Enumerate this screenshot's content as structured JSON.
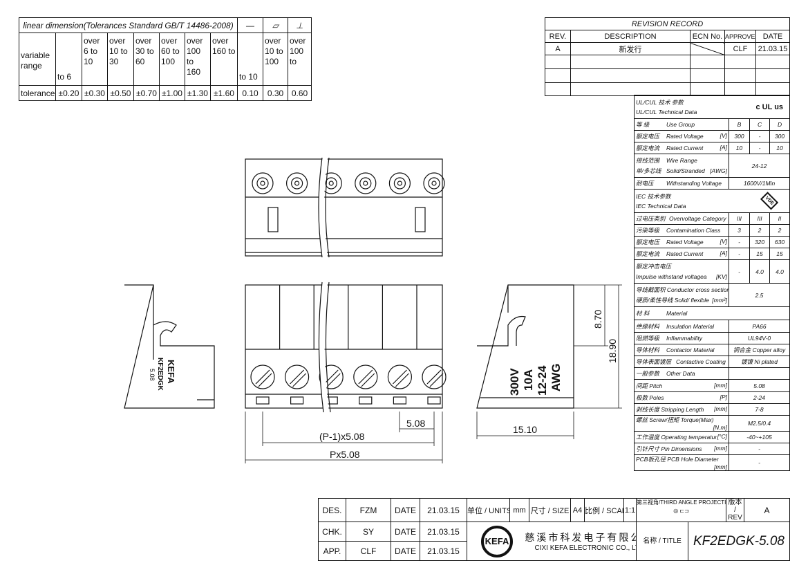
{
  "tolerance_table": {
    "title": "linear dimension(Tolerances Standard GB/T 14486-2008)",
    "geom_symbols": [
      "—",
      "▱",
      "⊥"
    ],
    "row_label_range": "variable range",
    "ranges": [
      "to 6",
      "over 6 to 10",
      "over 10 to 30",
      "over 30 to 60",
      "over 60 to 100",
      "over 100 to 160",
      "over 160 to",
      "to 10",
      "over 10 to 100",
      "over 100 to"
    ],
    "row_label_tolerance": "tolerance",
    "tolerances": [
      "±0.20",
      "±0.30",
      "±0.50",
      "±0.70",
      "±1.00",
      "±1.30",
      "±1.60",
      "0.10",
      "0.30",
      "0.60"
    ]
  },
  "revision_record": {
    "title": "REVISION RECORD",
    "headers": [
      "REV.",
      "DESCRIPTION",
      "ECN No.",
      "APPROVED",
      "DATE"
    ],
    "rows": [
      [
        "A",
        "新发行",
        "",
        "CLF",
        "21.03.15"
      ]
    ]
  },
  "spec": {
    "ul_cn": "UL/CUL  技术 参数",
    "ul_en": "UL/CUL  Technical Data",
    "ul_logo": "c UL us",
    "groups": [
      "Use Group",
      "等 级",
      "B",
      "C",
      "D"
    ],
    "ul_rows": [
      {
        "cn": "额定电压",
        "en": "Rated Voltage",
        "unit": "[V]",
        "vals": [
          "300",
          "-",
          "300"
        ]
      },
      {
        "cn": "额定电流",
        "en": "Rated Current",
        "unit": "[A]",
        "vals": [
          "10",
          "-",
          "10"
        ]
      }
    ],
    "wire_range": {
      "cn1": "接线范围",
      "en1": "Wire Range",
      "cn2": "单/多芯线",
      "en2": "Solid/Stranded",
      "unit": "[AWG]",
      "val": "24-12"
    },
    "withstand": {
      "cn": "耐电压",
      "en": "Withstanding Voltage",
      "val": "1600V/1Min"
    },
    "iec_cn": "IEC  技术参数",
    "iec_en": "IEC  Technical Data",
    "iec_logo": "VDE",
    "iec_rows": [
      {
        "cn": "过电压类别",
        "en": "Overvoltage Category",
        "unit": "",
        "vals": [
          "III",
          "III",
          "II"
        ]
      },
      {
        "cn": "污染等级",
        "en": "Contamination Class",
        "unit": "",
        "vals": [
          "3",
          "2",
          "2"
        ]
      },
      {
        "cn": "额定电压",
        "en": "Rated Voltage",
        "unit": "[V]",
        "vals": [
          "-",
          "320",
          "630"
        ]
      },
      {
        "cn": "额定电流",
        "en": "Rated Current",
        "unit": "[A]",
        "vals": [
          "-",
          "15",
          "15"
        ]
      }
    ],
    "impulse": {
      "cn": "额定冲击电压",
      "en": "Impulse withstand voltagea",
      "unit": "[KV]",
      "vals": [
        "-",
        "4.0",
        "4.0"
      ]
    },
    "conductor": {
      "cn1": "导线截面积",
      "en1": "Conductor cross section",
      "cn2": "硬质/柔性导线",
      "en2": "Solid/ flexible",
      "unit": "[mm²]",
      "val": "2.5"
    },
    "material": {
      "cn": "材 料",
      "en": "Material"
    },
    "material_rows": [
      {
        "cn": "绝缘材料",
        "en": "Insulation Material",
        "val": "PA66"
      },
      {
        "cn": "阻燃等级",
        "en": "Inflammability",
        "val": "UL94V-0"
      },
      {
        "cn": "导体材料",
        "en": "Contactor Material",
        "val": "铜合金 Copper alloy"
      },
      {
        "cn": "导体表面镀层",
        "en": "Contactive Coating",
        "val": "镀镍 Ni plated"
      }
    ],
    "other": {
      "cn": "一般参数",
      "en": "Other Data"
    },
    "other_rows": [
      {
        "cn": "间距",
        "en": "Pitch",
        "unit": "[mm]",
        "val": "5.08"
      },
      {
        "cn": "极数",
        "en": "Poles",
        "unit": "[P]",
        "val": "2-24"
      },
      {
        "cn": "剥线长度",
        "en": "Stripping Length",
        "unit": "[mm]",
        "val": "7-8"
      },
      {
        "cn": "螺丝",
        "en": "Screw/扭矩 Torque(Max)",
        "unit": "[N.m]",
        "val": "M2.5/0.4"
      },
      {
        "cn": "工作温度",
        "en": "Operating temperatur",
        "unit": "[°C]",
        "val": "-40~+105"
      },
      {
        "cn": "引针尺寸",
        "en": "Pin Dimensions",
        "unit": "[mm]",
        "val": "-"
      },
      {
        "cn": "PCB板孔径",
        "en": "PCB Hole Diameter",
        "unit": "[mm]",
        "val": "-"
      }
    ]
  },
  "drawing": {
    "dim_pitch": "5.08",
    "dim_p1": "(P-1)x5.08",
    "dim_p": "Px5.08",
    "dim_width": "15.10",
    "dim_h1": "8.70",
    "dim_h2": "18.90",
    "side_marking": [
      "300V",
      "10A",
      "12-24",
      "AWG"
    ],
    "left_marking": [
      "KEFA",
      "KF2EDGK",
      "5.08"
    ]
  },
  "title_block": {
    "des_label": "DES.",
    "des": "FZM",
    "chk_label": "CHK.",
    "chk": "SY",
    "app_label": "APP.",
    "app": "CLF",
    "date_label": "DATE",
    "date": "21.03.15",
    "units_label": "单位 / UNITS",
    "units": "mm",
    "size_label": "尺寸 / SIZE",
    "size": "A4",
    "scale_label": "比例 / SCALE",
    "scale": "1:1",
    "projection": "第三视角/THIRD ANGLE PROJECTION",
    "rev_label": "版本 / REV",
    "rev": "A",
    "company_logo": "KEFA",
    "company_cn": "慈溪市科发电子有限公司",
    "company_en": "CIXI KEFA ELECTRONIC CO., LTD",
    "title_label": "名称 / TITLE",
    "title": "KF2EDGK-5.08"
  }
}
